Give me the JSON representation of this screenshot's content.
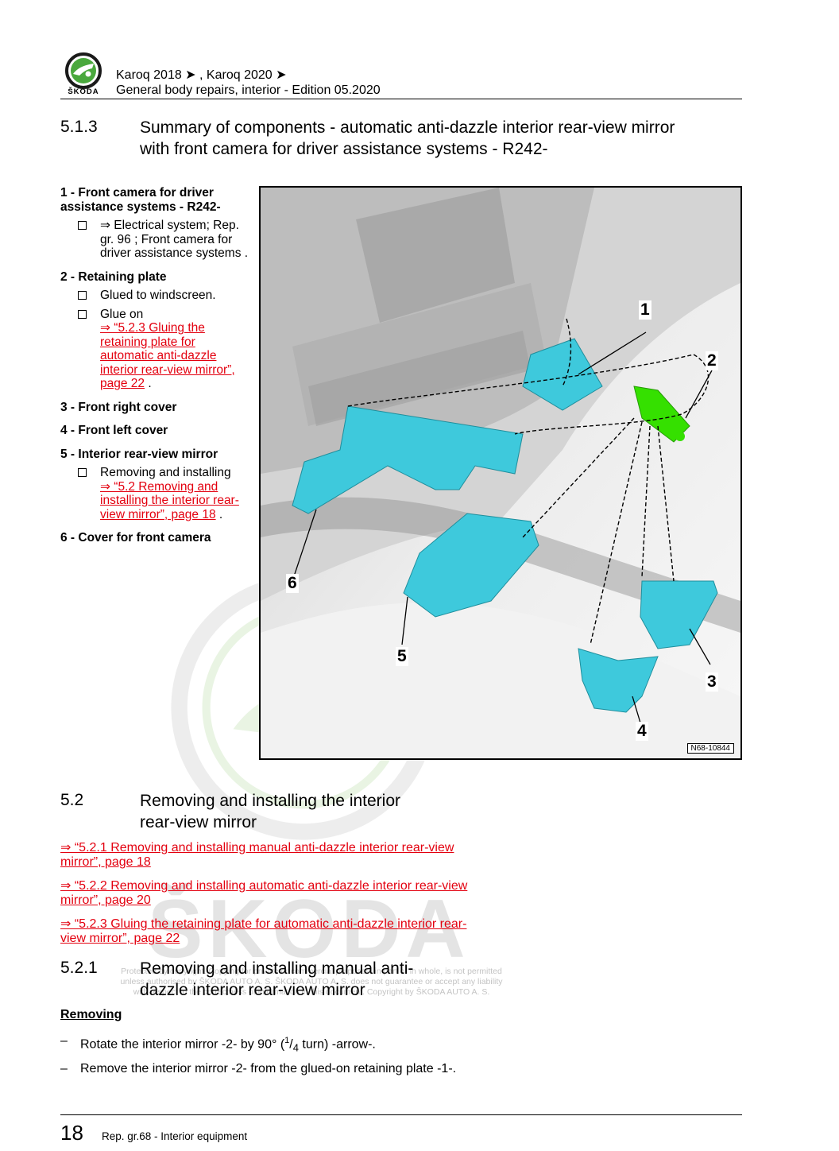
{
  "header": {
    "brand": "ŠKODA",
    "line1": "Karoq 2018 ➤ , Karoq 2020 ➤",
    "line2": "General body repairs, interior - Edition 05.2020"
  },
  "section_513": {
    "number": "5.1.3",
    "title_line1": "Summary of components - automatic anti-dazzle interior rear-view mirror",
    "title_line2": "with front camera for driver assistance systems - R242-"
  },
  "legend": {
    "item1": {
      "title": "1 - Front camera for driver assistance systems - R242-",
      "sub1": "⇒  Electrical system; Rep. gr.  96 ; Front camera for driver assistance systems ."
    },
    "item2": {
      "title": "2 - Retaining plate",
      "sub1": "Glued to windscreen.",
      "sub2_text": "Glue on",
      "sub2_link": "⇒ “5.2.3 Gluing the retaining plate for automatic anti-dazzle interior rear-view mirror”, page 22",
      "sub2_end": " ."
    },
    "item3": {
      "title": "3 - Front right cover"
    },
    "item4": {
      "title": "4 - Front left cover"
    },
    "item5": {
      "title": "5 - Interior rear-view mirror",
      "sub1_text": "Removing and installing",
      "sub1_link": "⇒ “5.2 Removing and installing the interior rear-view mirror”, page 18",
      "sub1_end": " ."
    },
    "item6": {
      "title": "6 - Cover for front camera"
    }
  },
  "figure": {
    "callouts": [
      "1",
      "2",
      "3",
      "4",
      "5",
      "6"
    ],
    "id": "N68-10844"
  },
  "section_52": {
    "number": "5.2",
    "title_line1": "Removing and installing the interior",
    "title_line2": "rear-view mirror"
  },
  "links": [
    "⇒ “5.2.1 Removing and installing manual anti-dazzle interior rear-view mirror”, page 18",
    "⇒ “5.2.2 Removing and installing automatic anti-dazzle interior rear-view mirror”, page 20",
    "⇒ “5.2.3 Gluing the retaining plate for automatic anti-dazzle interior rear-view mirror”, page 22"
  ],
  "section_521": {
    "number": "5.2.1",
    "title_line1": "Removing and installing manual anti-",
    "title_line2": "dazzle interior rear-view mirror"
  },
  "watermark": {
    "brand": "ŠKODA",
    "line1": "Protected by copyright. Copying for private or commercial purposes, in part or in whole, is not permitted",
    "line2": "unless authorised by ŠKODA AUTO A. S. ŠKODA AUTO A. S. does not guarantee or accept any liability",
    "line3": "with respect to the correctness of information in this document. Copyright by ŠKODA AUTO A. S."
  },
  "removing": {
    "heading": "Removing",
    "dash": "–",
    "step1_a": "Rotate the interior mirror -2- by 90° (",
    "step1_num": "1",
    "step1_den": "4",
    "step1_b": " turn) -arrow-.",
    "step2": "Remove the interior mirror -2- from the glued-on retaining plate -1-."
  },
  "footer": {
    "page": "18",
    "text": "Rep. gr.68 - Interior equipment"
  },
  "colors": {
    "link": "#e3000f",
    "part_highlight": "#3ec9dc",
    "retaining_plate": "#35e000"
  }
}
